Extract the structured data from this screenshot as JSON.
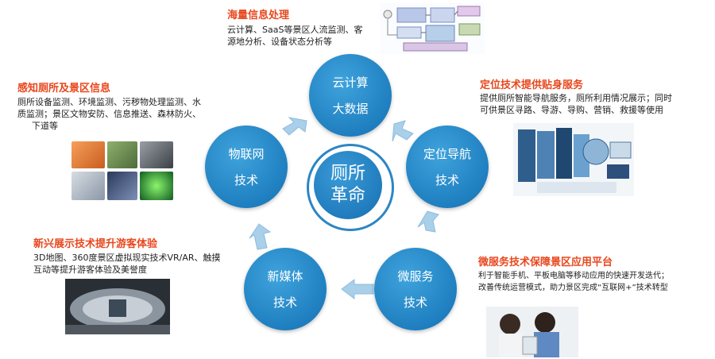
{
  "center": {
    "line1": "厕所",
    "line2": "革命"
  },
  "nodes": [
    {
      "line1": "云计算",
      "line2": "大数据"
    },
    {
      "line1": "定位导航",
      "line2": "技术"
    },
    {
      "line1": "微服务",
      "line2": "技术"
    },
    {
      "line1": "新媒体",
      "line2": "技术"
    },
    {
      "line1": "物联网",
      "line2": "技术"
    }
  ],
  "blocks": {
    "top": {
      "title": "海量信息处理",
      "lines": [
        "云计算、SaaS等景区人流监测、客",
        "源地分析、设备状态分析等"
      ]
    },
    "left": {
      "title": "感知厕所及景区信息",
      "lines": [
        "厕所设备监测、环境监测、污秽物处理监测、水",
        "质监测；景区文物安防、信息推送、森林防火、",
        "下道等"
      ]
    },
    "right": {
      "title": "定位技术提供贴身服务",
      "lines": [
        "提供厕所智能导航服务，厕所利用情况展示；同时",
        "可供景区寻路、导游、导购、营销、救援等使用"
      ]
    },
    "bottom_left": {
      "title": "新兴展示技术提升游客体验",
      "lines": [
        "3D地图、360度景区虚拟现实技术VR/AR、触摸",
        "互动等提升游客体验及美誉度"
      ]
    },
    "bottom_right": {
      "title": "微服务技术保障景区应用平台",
      "lines": [
        "利于智能手机、平板电脑等移动应用的快速开发迭代；",
        "改善传统运营模式，助力景区完成“互联网+”技术转型"
      ]
    }
  },
  "colors": {
    "accent": "#e8471d",
    "node_blue": "#1f7fc0",
    "arrow_blue": "#a9cfe9"
  }
}
